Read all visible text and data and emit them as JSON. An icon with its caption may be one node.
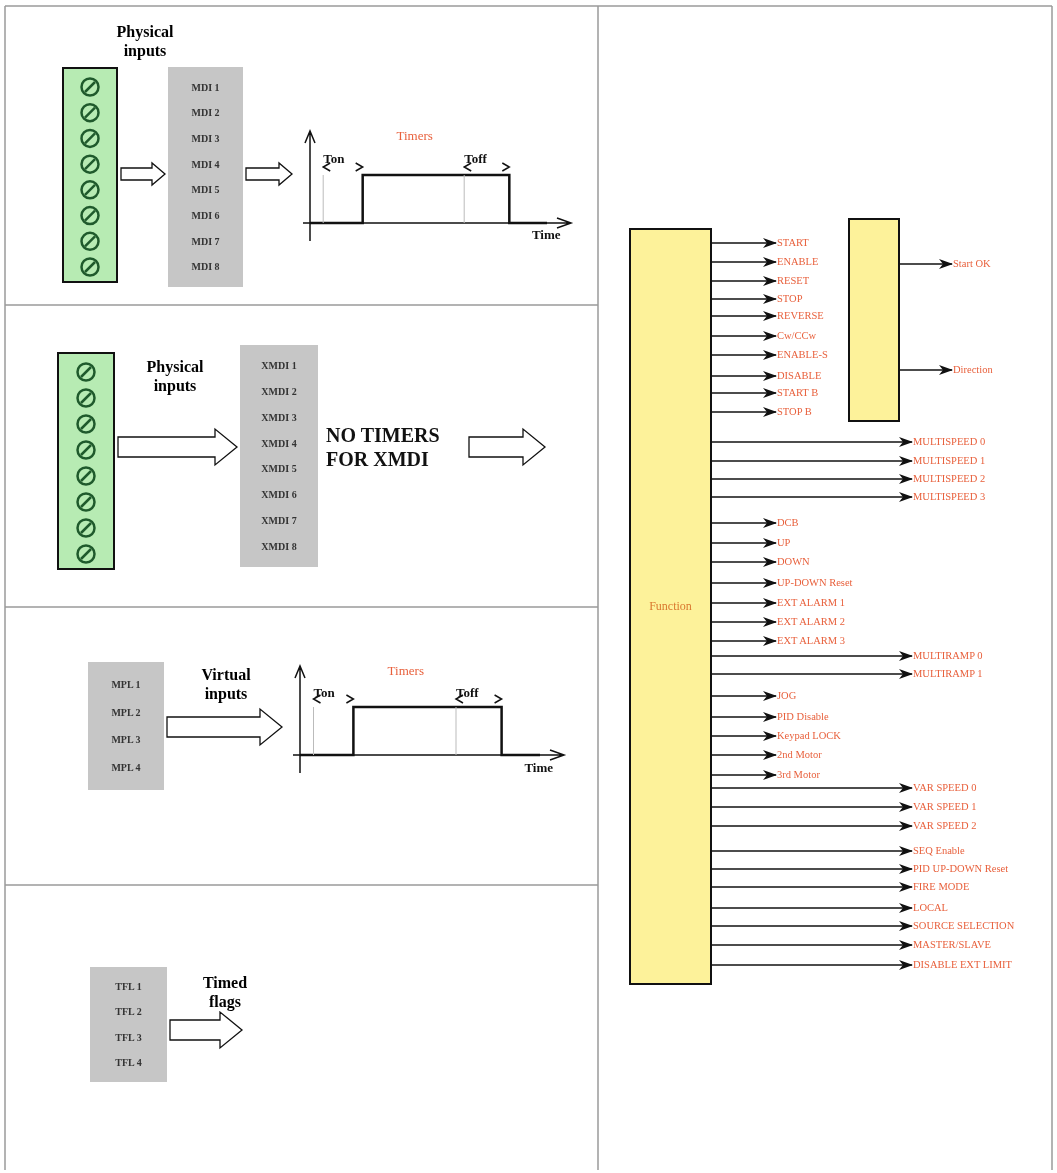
{
  "diagram": {
    "nodes": [
      {
        "text": [],
        "shape": "box",
        "beside": [
          "Physical inputs"
        ]
      },
      {
        "text": [
          "MDI 1",
          "MDI 2",
          "MDI 3",
          "MDI 4",
          "MDI 5",
          "MDI 6",
          "MDI 7",
          "MDI 8"
        ]
      },
      {
        "text": [
          "Timers",
          "Ton",
          "Toff",
          "Time"
        ]
      },
      {
        "text": [],
        "shape": "box"
      },
      {
        "text": [
          "XMDI 1",
          "XMDI 2",
          "XMDI 3",
          "XMDI 4",
          "XMDI 5",
          "XMDI 6",
          "XMDI 7",
          "XMDI 8"
        ]
      },
      {
        "text": [
          "NO TIMERS FOR XMDI"
        ]
      },
      {
        "text": [
          "MPL 1",
          "MPL 2",
          "MPL 3",
          "MPL 4"
        ]
      },
      {
        "text": [
          "Timers",
          "Ton",
          "Toff",
          "Time"
        ]
      },
      {
        "text": [
          "TFL 1",
          "TFL 2",
          "TFL 3",
          "TFL 4"
        ]
      },
      {
        "text": [
          "Function"
        ]
      },
      {
        "text": [],
        "shape": "box"
      },
      {
        "text": [
          "START"
        ]
      },
      {
        "text": [
          "ENABLE"
        ]
      },
      {
        "text": [
          "RESET"
        ]
      },
      {
        "text": [
          "STOP"
        ]
      },
      {
        "text": [
          "REVERSE"
        ]
      },
      {
        "text": [
          "Cw/CCw"
        ]
      },
      {
        "text": [
          "ENABLE-S"
        ]
      },
      {
        "text": [
          "DISABLE"
        ]
      },
      {
        "text": [
          "START B"
        ]
      },
      {
        "text": [
          "STOP B"
        ]
      },
      {
        "text": [
          "Start OK"
        ]
      },
      {
        "text": [
          "Direction"
        ]
      },
      {
        "text": [
          "MULTISPEED 0"
        ]
      },
      {
        "text": [
          "MULTISPEED 1"
        ]
      },
      {
        "text": [
          "MULTISPEED 2"
        ]
      },
      {
        "text": [
          "MULTISPEED 3"
        ]
      },
      {
        "text": [
          "DCB"
        ]
      },
      {
        "text": [
          "UP"
        ]
      },
      {
        "text": [
          "DOWN"
        ]
      },
      {
        "text": [
          "UP-DOWN Reset"
        ]
      },
      {
        "text": [
          "EXT ALARM 1"
        ]
      },
      {
        "text": [
          "EXT ALARM 2"
        ]
      },
      {
        "text": [
          "EXT ALARM 3"
        ]
      },
      {
        "text": [
          "MULTIRAMP 0"
        ]
      },
      {
        "text": [
          "MULTIRAMP 1"
        ]
      },
      {
        "text": [
          "JOG"
        ]
      },
      {
        "text": [
          "PID Disable"
        ]
      },
      {
        "text": [
          "Keypad LOCK"
        ]
      },
      {
        "text": [
          "2nd Motor"
        ]
      },
      {
        "text": [
          "3rd Motor"
        ]
      },
      {
        "text": [
          "VAR SPEED 0"
        ]
      },
      {
        "text": [
          "VAR SPEED 1"
        ]
      },
      {
        "text": [
          "VAR SPEED 2"
        ]
      },
      {
        "text": [
          "SEQ Enable"
        ]
      },
      {
        "text": [
          "PID UP-DOWN Reset"
        ]
      },
      {
        "text": [
          "FIRE MODE"
        ]
      },
      {
        "text": [
          "LOCAL"
        ]
      },
      {
        "text": [
          "SOURCE SELECTION"
        ]
      },
      {
        "text": [
          "MASTER/SLAVE"
        ]
      },
      {
        "text": [
          "DISABLE EXT LIMIT"
        ]
      }
    ],
    "edges": [
      {
        "from": 0,
        "to": 1,
        "arrow": "to",
        "style": "thick"
      },
      {
        "from": 1,
        "to": 2,
        "arrow": "to",
        "style": "thick"
      },
      {
        "from": 3,
        "to": 4,
        "arrow": "to",
        "style": "thick",
        "label": "Physical inputs"
      },
      {
        "from": 5,
        "to": null,
        "arrow": "to",
        "style": "thick"
      },
      {
        "from": 6,
        "to": 7,
        "arrow": "to",
        "style": "thick",
        "label": "Virtual inputs"
      },
      {
        "from": 8,
        "to": null,
        "arrow": "to",
        "style": "thick",
        "label": "Timed flags"
      },
      {
        "from": 9,
        "to": 11,
        "arrow": "to"
      },
      {
        "from": 9,
        "to": 12,
        "arrow": "to"
      },
      {
        "from": 9,
        "to": 13,
        "arrow": "to"
      },
      {
        "from": 9,
        "to": 14,
        "arrow": "to"
      },
      {
        "from": 9,
        "to": 15,
        "arrow": "to"
      },
      {
        "from": 9,
        "to": 16,
        "arrow": "to"
      },
      {
        "from": 9,
        "to": 17,
        "arrow": "to"
      },
      {
        "from": 9,
        "to": 18,
        "arrow": "to"
      },
      {
        "from": 9,
        "to": 19,
        "arrow": "to"
      },
      {
        "from": 9,
        "to": 20,
        "arrow": "to"
      },
      {
        "from": 10,
        "to": 21,
        "arrow": "to"
      },
      {
        "from": 10,
        "to": 22,
        "arrow": "to"
      },
      {
        "from": 9,
        "to": 23,
        "arrow": "to"
      },
      {
        "from": 9,
        "to": 24,
        "arrow": "to"
      },
      {
        "from": 9,
        "to": 25,
        "arrow": "to"
      },
      {
        "from": 9,
        "to": 26,
        "arrow": "to"
      },
      {
        "from": 9,
        "to": 27,
        "arrow": "to"
      },
      {
        "from": 9,
        "to": 28,
        "arrow": "to"
      },
      {
        "from": 9,
        "to": 29,
        "arrow": "to"
      },
      {
        "from": 9,
        "to": 30,
        "arrow": "to"
      },
      {
        "from": 9,
        "to": 31,
        "arrow": "to"
      },
      {
        "from": 9,
        "to": 32,
        "arrow": "to"
      },
      {
        "from": 9,
        "to": 33,
        "arrow": "to"
      },
      {
        "from": 9,
        "to": 34,
        "arrow": "to"
      },
      {
        "from": 9,
        "to": 35,
        "arrow": "to"
      },
      {
        "from": 9,
        "to": 36,
        "arrow": "to"
      },
      {
        "from": 9,
        "to": 37,
        "arrow": "to"
      },
      {
        "from": 9,
        "to": 38,
        "arrow": "to"
      },
      {
        "from": 9,
        "to": 39,
        "arrow": "to"
      },
      {
        "from": 9,
        "to": 40,
        "arrow": "to"
      },
      {
        "from": 9,
        "to": 41,
        "arrow": "to"
      },
      {
        "from": 9,
        "to": 42,
        "arrow": "to"
      },
      {
        "from": 9,
        "to": 43,
        "arrow": "to"
      },
      {
        "from": 9,
        "to": 44,
        "arrow": "to"
      },
      {
        "from": 9,
        "to": 45,
        "arrow": "to"
      },
      {
        "from": 9,
        "to": 46,
        "arrow": "to"
      },
      {
        "from": 9,
        "to": 47,
        "arrow": "to"
      },
      {
        "from": 9,
        "to": 48,
        "arrow": "to"
      },
      {
        "from": 9,
        "to": 49,
        "arrow": "to"
      },
      {
        "from": 9,
        "to": 50,
        "arrow": "to"
      }
    ]
  }
}
